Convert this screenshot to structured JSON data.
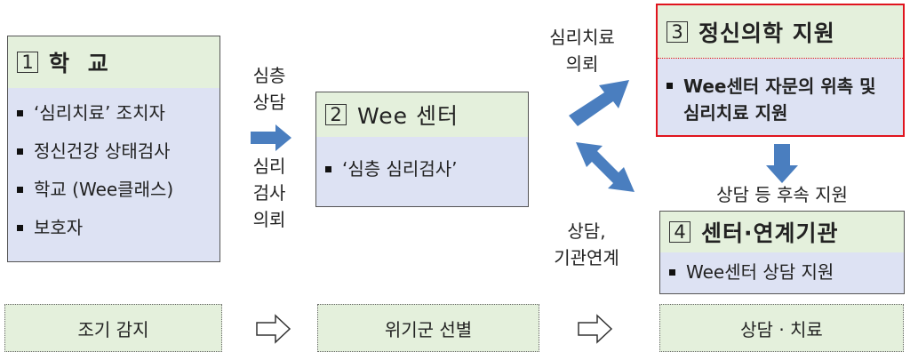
{
  "boxes": {
    "school": {
      "num": "1",
      "title": "학 교",
      "items": [
        "‘심리치료’ 조치자",
        "정신건강 상태검사",
        "학교 (Wee클래스)",
        "보호자"
      ]
    },
    "wee": {
      "num": "2",
      "title": "Wee 센터",
      "items": [
        "‘심층 심리검사’"
      ]
    },
    "psych": {
      "num": "3",
      "title": "정신의학 지원",
      "items": [
        "Wee센터 자문의 위촉 및 심리치료 지원"
      ]
    },
    "center": {
      "num": "4",
      "title": "센터·연계기관",
      "items": [
        "Wee센터 상담 지원"
      ]
    }
  },
  "labels": {
    "deep_counsel": "심층\n상담",
    "psych_test": "심리\n검사\n의뢰",
    "therapy_request": "심리치료\n의뢰",
    "counsel_link": "상담,\n기관연계",
    "follow_up": "상담 등 후속 지원"
  },
  "stages": [
    "조기 감지",
    "위기군 선별",
    "상담 · 치료"
  ],
  "colors": {
    "header_green": "#e4f0dc",
    "body_blue": "#dde2f3",
    "arrow_blue": "#4a7ebf",
    "highlight_red": "#e0141e"
  }
}
